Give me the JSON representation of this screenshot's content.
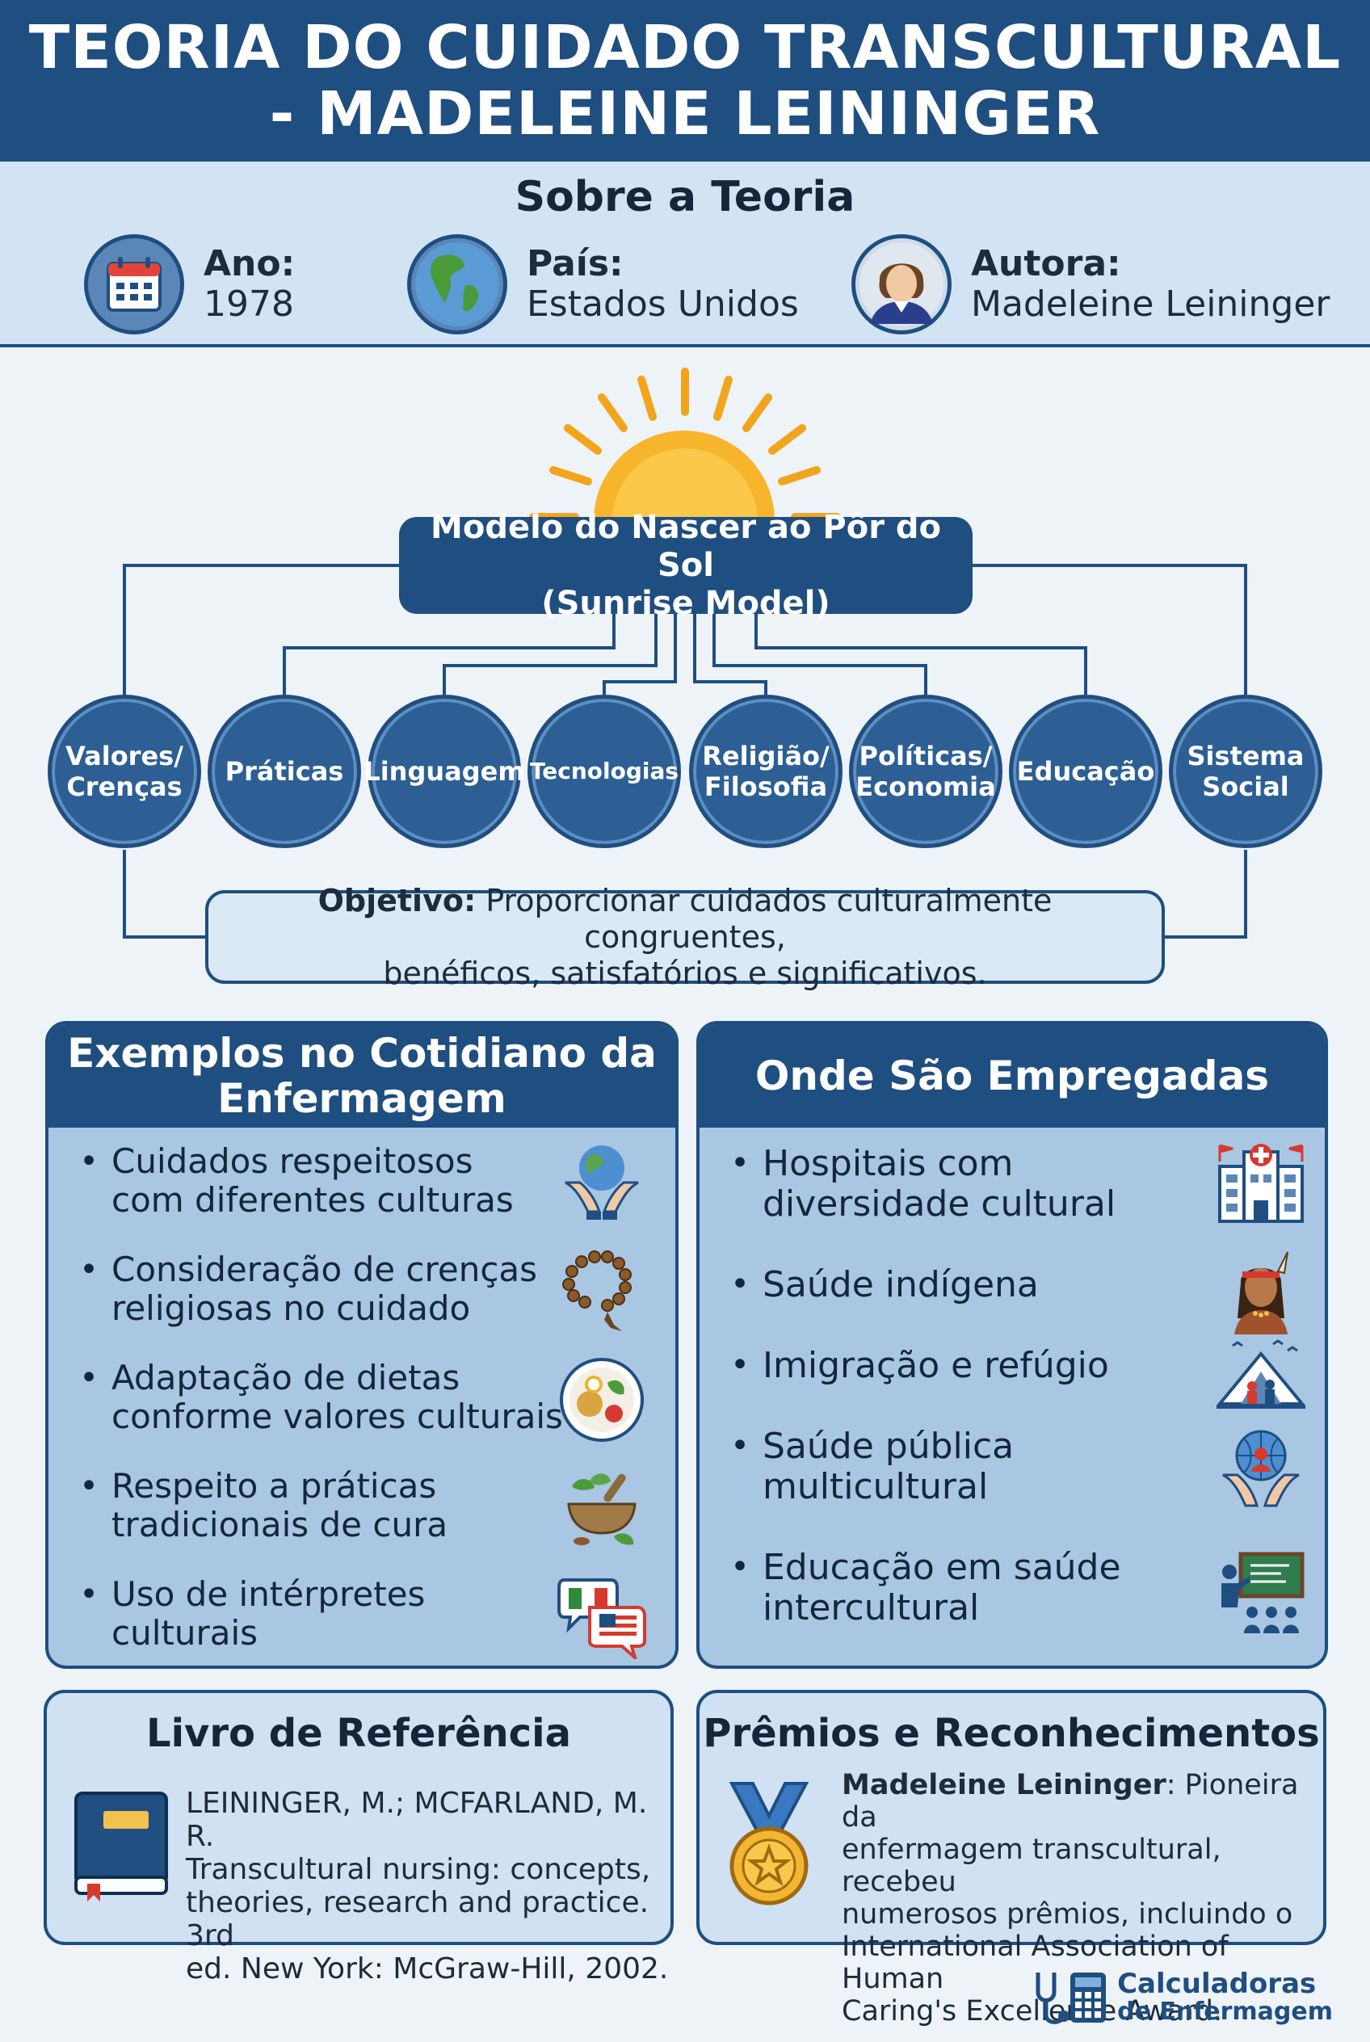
{
  "header": {
    "line1": "TEORIA DO CUIDADO TRANSCULTURAL",
    "line2": "- MADELEINE LEININGER"
  },
  "about": {
    "title": "Sobre a Teoria",
    "items": [
      {
        "label": "Ano:",
        "value": "1978",
        "icon": "calendar-icon"
      },
      {
        "label": "País:",
        "value": "Estados Unidos",
        "icon": "globe-icon"
      },
      {
        "label": "Autora:",
        "value": "Madeleine Leininger",
        "icon": "author-portrait-icon"
      }
    ]
  },
  "model": {
    "title_line1": "Modelo do Nascer ao Pôr do Sol",
    "title_line2": "(Sunrise Model)",
    "factors": [
      {
        "line1": "Valores/",
        "line2": "Crenças"
      },
      {
        "line1": "Práticas",
        "line2": ""
      },
      {
        "line1": "Linguagem",
        "line2": ""
      },
      {
        "line1": "Tecnologias",
        "line2": ""
      },
      {
        "line1": "Religião/",
        "line2": "Filosofia"
      },
      {
        "line1": "Políticas/",
        "line2": "Economia"
      },
      {
        "line1": "Educação",
        "line2": ""
      },
      {
        "line1": "Sistema",
        "line2": "Social"
      }
    ],
    "goal_label": "Objetivo:",
    "goal_text_1": " Proporcionar cuidados culturalmente congruentes,",
    "goal_text_2": "benéficos, satisfatórios e significativos."
  },
  "examples": {
    "title_line1": "Exemplos no Cotidiano da",
    "title_line2": "Enfermagem",
    "items": [
      {
        "line1": "Cuidados respeitosos",
        "line2": "com diferentes culturas",
        "icon": "globe-in-hands-icon"
      },
      {
        "line1": "Consideração de crenças",
        "line2": "religiosas no cuidado",
        "icon": "prayer-beads-icon"
      },
      {
        "line1": "Adaptação de dietas",
        "line2": "conforme valores culturais",
        "icon": "food-plate-icon"
      },
      {
        "line1": "Respeito a práticas",
        "line2": "tradicionais de cura",
        "icon": "herbal-mortar-icon"
      },
      {
        "line1": "Uso de intérpretes",
        "line2": "culturais",
        "icon": "speech-bubbles-flags-icon"
      }
    ]
  },
  "usage": {
    "title": "Onde São Empregadas",
    "items": [
      {
        "line1": "Hospitais com",
        "line2": "diversidade cultural",
        "icon": "hospital-icon"
      },
      {
        "line1": "Saúde indígena",
        "line2": "",
        "icon": "indigenous-person-icon"
      },
      {
        "line1": "Imigração e refúgio",
        "line2": "",
        "icon": "refugee-tent-icon"
      },
      {
        "line1": "Saúde pública",
        "line2": "multicultural",
        "icon": "people-globe-hands-icon"
      },
      {
        "line1": "Educação em saúde",
        "line2": "intercultural",
        "icon": "classroom-icon"
      }
    ]
  },
  "reference": {
    "title": "Livro de Referência",
    "lines": [
      "LEININGER, M.; MCFARLAND, M. R.",
      "Transcultural nursing: concepts,",
      "theories, research and practice. 3rd",
      "ed. New York: McGraw-Hill, 2002."
    ]
  },
  "awards": {
    "title": "Prêmios e Reconhecimentos",
    "name": "Madeleine Leininger",
    "lines": [
      ": Pioneira da",
      "enfermagem transcultural, recebeu",
      "numerosos prêmios, incluindo o",
      "International Association of Human",
      "Caring's Excellence Award."
    ]
  },
  "brand": {
    "line1": "Calculadoras",
    "line2": "de Enfermagem"
  },
  "colors": {
    "navy": "#1f4e80",
    "light_blue": "#d2e4f3",
    "panel_blue": "#a9c6e3",
    "sun": "#f7b52c"
  }
}
